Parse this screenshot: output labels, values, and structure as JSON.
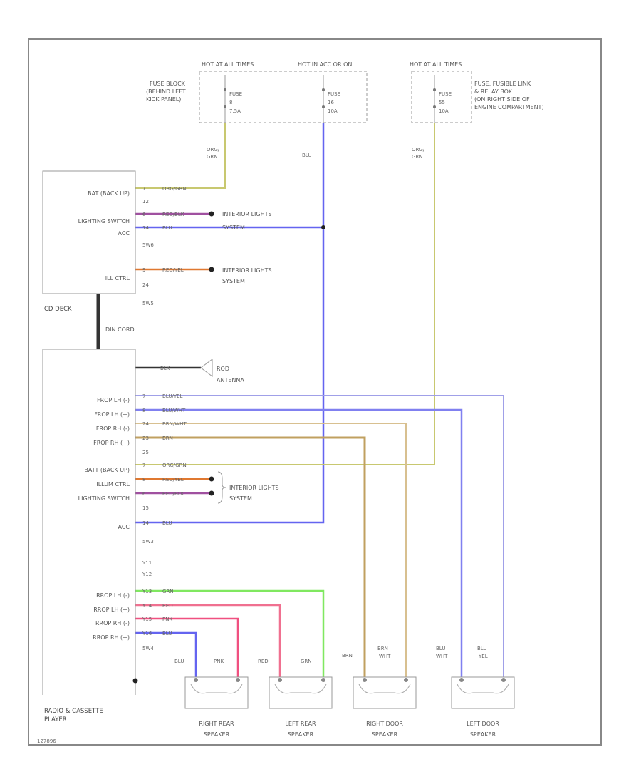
{
  "fuses": {
    "hot_at_all_times_1": "HOT AT ALL TIMES",
    "hot_in_acc_or_on": "HOT IN ACC OR ON",
    "hot_at_all_times_2": "HOT AT ALL TIMES",
    "fuse_block_note": [
      "FUSE BLOCK",
      "(BEHIND LEFT",
      "KICK PANEL)"
    ],
    "fusible_link_note": [
      "FUSE, FUSIBLE LINK",
      "& RELAY BOX",
      "(ON RIGHT SIDE OF",
      "ENGINE COMPARTMENT)"
    ],
    "fuse1": [
      "FUSE",
      "8",
      "7.5A"
    ],
    "fuse2": [
      "FUSE",
      "16",
      "10A"
    ],
    "fuse3": [
      "FUSE",
      "55",
      "10A"
    ]
  },
  "feed_wires": {
    "w1": [
      "ORG/",
      "GRN"
    ],
    "w2": "BLU",
    "w3": [
      "ORG/",
      "GRN"
    ]
  },
  "cd_deck": {
    "name": "CD DECK",
    "rows": [
      {
        "label": "BAT (BACK UP)",
        "pin": "7",
        "wire": "ORG/GRN"
      },
      {
        "label": "",
        "pin": "12",
        "wire": ""
      },
      {
        "label": "LIGHTING SWITCH",
        "pin": "6",
        "wire": "RED/BLK"
      },
      {
        "label": "ACC",
        "pin": "14",
        "wire": "BLU"
      },
      {
        "label": "",
        "pin": "5W6",
        "wire": ""
      },
      {
        "label": "ILL CTRL",
        "pin": "9",
        "wire": "RED/YEL"
      },
      {
        "label": "",
        "pin": "24",
        "wire": ""
      },
      {
        "label": "",
        "pin": "5W5",
        "wire": ""
      }
    ],
    "dest1": [
      "INTERIOR LIGHTS",
      "SYSTEM"
    ],
    "dest2": [
      "INTERIOR LIGHTS",
      "SYSTEM"
    ]
  },
  "din_cord": "DIN CORD",
  "radio": {
    "name": [
      "RADIO & CASSETTE",
      "PLAYER"
    ],
    "antenna_wire": "BLK",
    "antenna": [
      "ROD",
      "ANTENNA"
    ],
    "rows": [
      {
        "label": "FROP LH (-)",
        "pin": "7",
        "wire": "BLU/YEL"
      },
      {
        "label": "FROP LH (+)",
        "pin": "8",
        "wire": "BLU/WHT"
      },
      {
        "label": "FROP RH (-)",
        "pin": "24",
        "wire": "BRN/WHT"
      },
      {
        "label": "FROP RH (+)",
        "pin": "23",
        "wire": "BRN"
      },
      {
        "label": "",
        "pin": "25",
        "wire": ""
      },
      {
        "label": "BATT (BACK UP)",
        "pin": "7",
        "wire": "ORG/GRN"
      },
      {
        "label": "ILLUM CTRL",
        "pin": "8",
        "wire": "RED/YEL"
      },
      {
        "label": "LIGHTING SWITCH",
        "pin": "6",
        "wire": "RED/BLK"
      },
      {
        "label": "",
        "pin": "15",
        "wire": ""
      },
      {
        "label": "ACC",
        "pin": "14",
        "wire": "BLU"
      },
      {
        "label": "",
        "pin": "5W3",
        "wire": ""
      },
      {
        "label": "",
        "pin": "Y11",
        "wire": ""
      },
      {
        "label": "",
        "pin": "Y12",
        "wire": ""
      },
      {
        "label": "RROP LH (-)",
        "pin": "Y13",
        "wire": "GRN"
      },
      {
        "label": "RROP LH (+)",
        "pin": "Y14",
        "wire": "RED"
      },
      {
        "label": "RROP RH (-)",
        "pin": "Y15",
        "wire": "PNK"
      },
      {
        "label": "RROP RH (+)",
        "pin": "Y16",
        "wire": "BLU"
      },
      {
        "label": "",
        "pin": "5W4",
        "wire": ""
      }
    ],
    "dest": [
      "INTERIOR LIGHTS",
      "SYSTEM"
    ]
  },
  "speakers": [
    {
      "name": [
        "RIGHT REAR",
        "SPEAKER"
      ],
      "wires": [
        "BLU",
        "PNK"
      ]
    },
    {
      "name": [
        "LEFT REAR",
        "SPEAKER"
      ],
      "wires": [
        "RED",
        "GRN"
      ]
    },
    {
      "name": [
        "RIGHT DOOR",
        "SPEAKER"
      ],
      "wires": [
        [
          "BRN"
        ],
        [
          "BRN",
          "WHT"
        ]
      ]
    },
    {
      "name": [
        "LEFT DOOR",
        "SPEAKER"
      ],
      "wires": [
        [
          "BLU",
          "WHT"
        ],
        [
          "BLU",
          "YEL"
        ]
      ]
    }
  ],
  "footer_code": "127896",
  "colors": {
    "org_grn": "#c8c870",
    "blu": "#6464f0",
    "red_blk": "#a050a0",
    "red_yel": "#e07830",
    "blu_yel": "#a0a0e8",
    "blu_wht": "#8080f0",
    "brn_wht": "#d8c090",
    "brn": "#c0a060",
    "grn": "#80e860",
    "red": "#f07090",
    "pnk": "#f05080",
    "blk": "#333333"
  }
}
